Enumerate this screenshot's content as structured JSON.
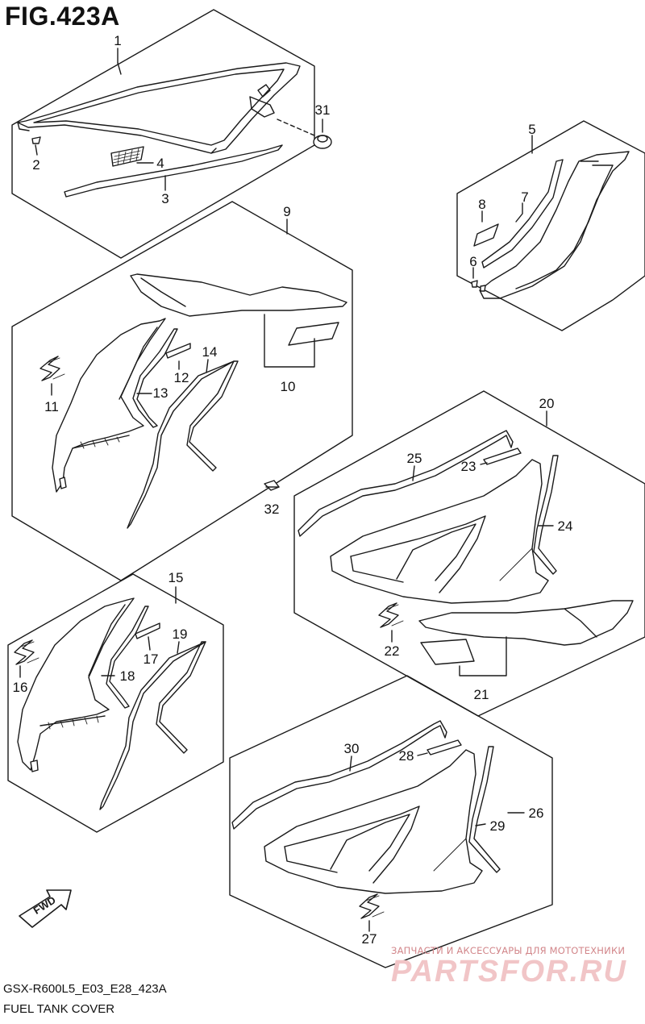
{
  "figure": {
    "title": "FIG.423A",
    "code": "GSX-R600L5_E03_E28_423A",
    "name": "FUEL TANK COVER",
    "fwd_label": "FWD"
  },
  "watermark": {
    "tagline": "ЗАПЧАСТИ И АКСЕССУАРЫ ДЛЯ МОТОТЕХНИКИ",
    "brand": "PARTSFOR.RU"
  },
  "callouts": {
    "n1": "1",
    "n2": "2",
    "n3": "3",
    "n4": "4",
    "n5": "5",
    "n6": "6",
    "n7": "7",
    "n8": "8",
    "n9": "9",
    "n10": "10",
    "n11": "11",
    "n12": "12",
    "n13": "13",
    "n14": "14",
    "n15": "15",
    "n16": "16",
    "n17": "17",
    "n18": "18",
    "n19": "19",
    "n20": "20",
    "n21": "21",
    "n22": "22",
    "n23": "23",
    "n24": "24",
    "n25": "25",
    "n26": "26",
    "n27": "27",
    "n28": "28",
    "n29": "29",
    "n30": "30",
    "n31": "31",
    "n32": "32"
  },
  "colors": {
    "line": "#1a1a1a",
    "watermark_text": "#d2868a",
    "watermark_brand": "#f1c5c7"
  }
}
